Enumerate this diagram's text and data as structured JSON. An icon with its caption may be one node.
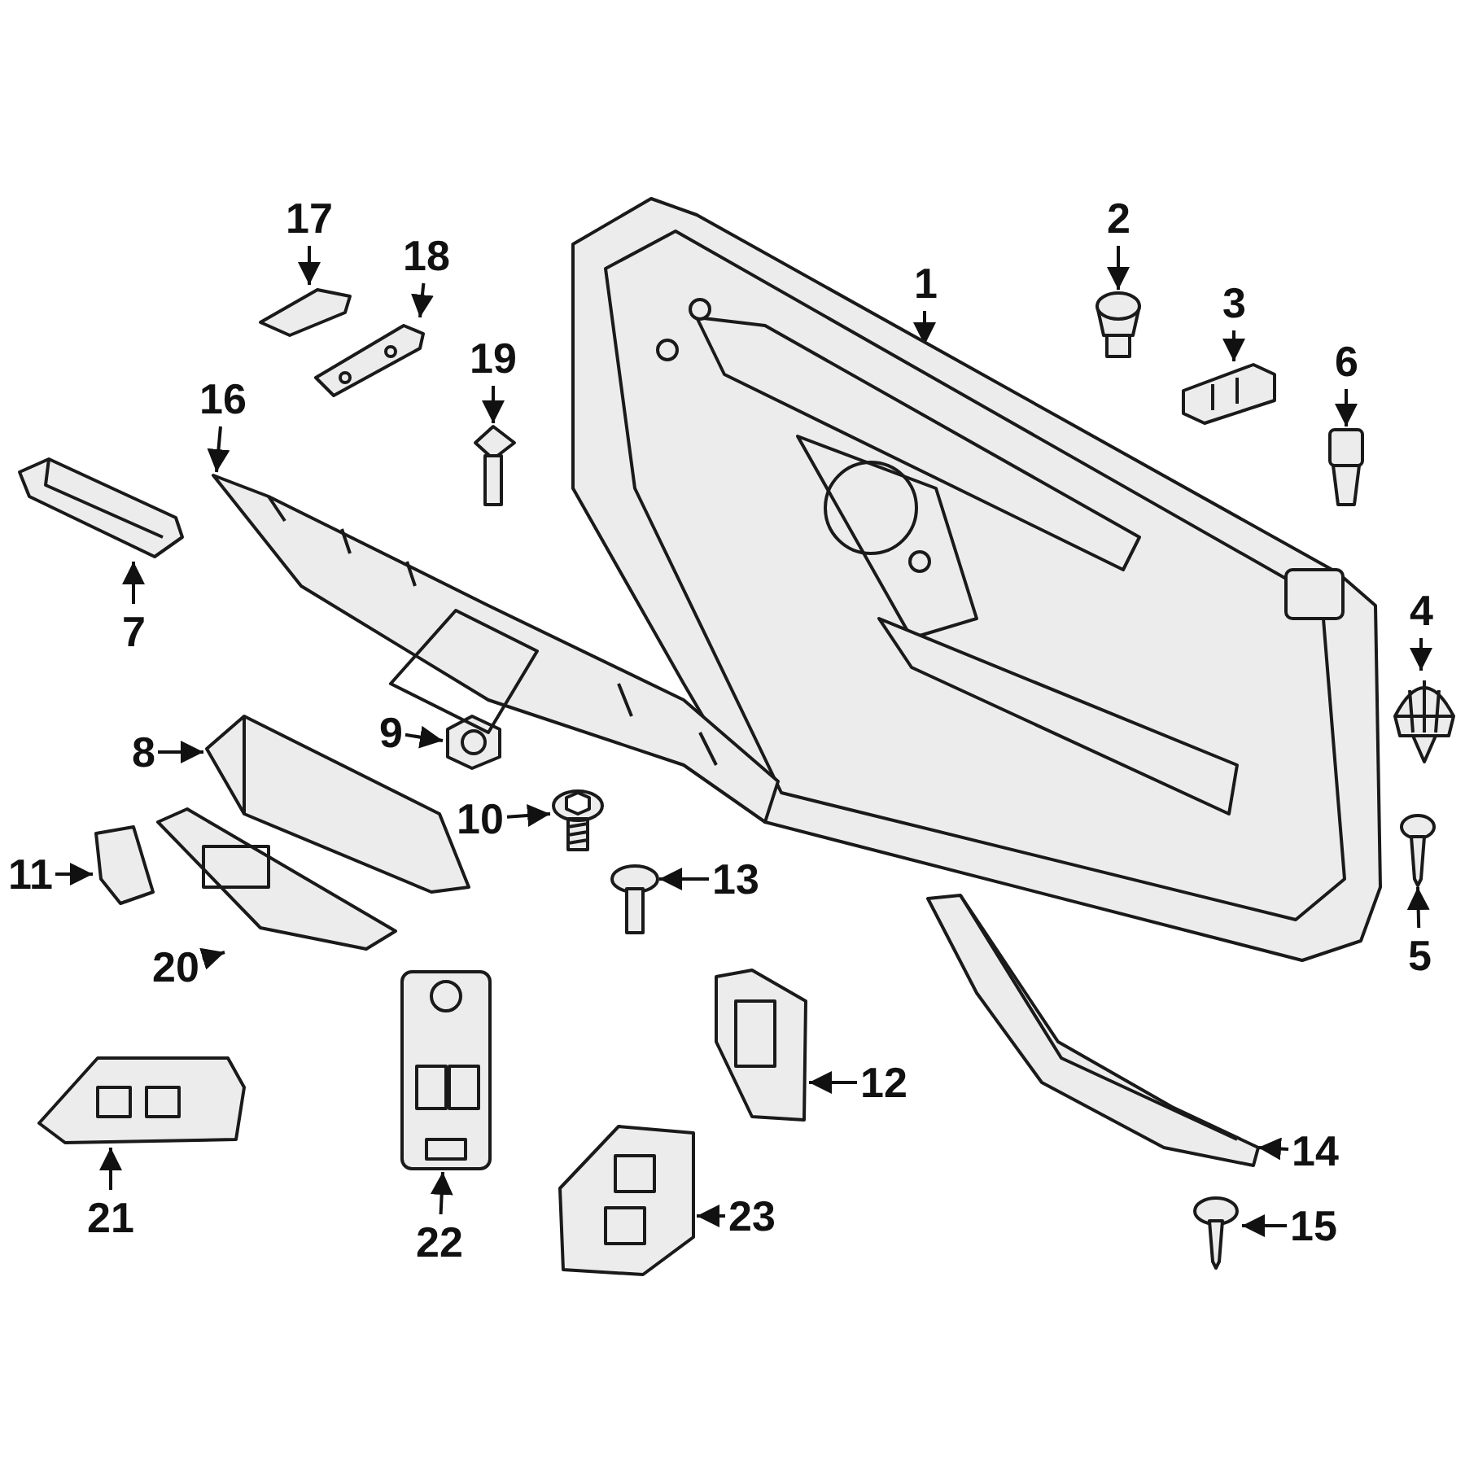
{
  "diagram": {
    "nodes": [
      {
        "text": [
          "1"
        ]
      },
      {
        "text": [
          "2"
        ]
      },
      {
        "text": [
          "3"
        ]
      },
      {
        "text": [
          "4"
        ]
      },
      {
        "text": [
          "5"
        ]
      },
      {
        "text": [
          "6"
        ]
      },
      {
        "text": [
          "7"
        ]
      },
      {
        "text": [
          "8"
        ]
      },
      {
        "text": [
          "9"
        ]
      },
      {
        "text": [
          "10"
        ]
      },
      {
        "text": [
          "11"
        ]
      },
      {
        "text": [
          "12"
        ]
      },
      {
        "text": [
          "13"
        ]
      },
      {
        "text": [
          "14"
        ]
      },
      {
        "text": [
          "15"
        ]
      },
      {
        "text": [
          "16"
        ]
      },
      {
        "text": [
          "17"
        ]
      },
      {
        "text": [
          "18"
        ]
      },
      {
        "text": [
          "19"
        ]
      },
      {
        "text": [
          "20"
        ]
      },
      {
        "text": [
          "21"
        ]
      },
      {
        "text": [
          "22"
        ]
      },
      {
        "text": [
          "23"
        ]
      },
      {
        "text": [],
        "shape": "picture"
      },
      {
        "text": [],
        "shape": "picture"
      },
      {
        "text": [],
        "shape": "picture"
      },
      {
        "text": [],
        "shape": "picture"
      },
      {
        "text": [],
        "shape": "picture"
      },
      {
        "text": [],
        "shape": "picture"
      },
      {
        "text": [],
        "shape": "picture"
      },
      {
        "text": [],
        "shape": "picture"
      },
      {
        "text": [],
        "shape": "picture"
      },
      {
        "text": [],
        "shape": "picture"
      },
      {
        "text": [],
        "shape": "picture"
      },
      {
        "text": [],
        "shape": "picture"
      },
      {
        "text": [],
        "shape": "picture"
      },
      {
        "text": [],
        "shape": "picture"
      },
      {
        "text": [],
        "shape": "picture"
      },
      {
        "text": [],
        "shape": "picture"
      },
      {
        "text": [],
        "shape": "picture"
      },
      {
        "text": [],
        "shape": "picture"
      },
      {
        "text": [],
        "shape": "picture"
      },
      {
        "text": [],
        "shape": "picture"
      },
      {
        "text": [],
        "shape": "picture"
      },
      {
        "text": [],
        "shape": "picture"
      },
      {
        "text": [],
        "shape": "picture"
      }
    ],
    "edges": [
      {
        "from": 0,
        "to": 23,
        "arrow": "to"
      },
      {
        "from": 1,
        "to": 24,
        "arrow": "to"
      },
      {
        "from": 2,
        "to": 25,
        "arrow": "to"
      },
      {
        "from": 3,
        "to": 26,
        "arrow": "to"
      },
      {
        "from": 4,
        "to": 27,
        "arrow": "to"
      },
      {
        "from": 5,
        "to": 28,
        "arrow": "to"
      },
      {
        "from": 6,
        "to": 29,
        "arrow": "to"
      },
      {
        "from": 7,
        "to": 30,
        "arrow": "to"
      },
      {
        "from": 8,
        "to": 31,
        "arrow": "to"
      },
      {
        "from": 9,
        "to": 32,
        "arrow": "to"
      },
      {
        "from": 10,
        "to": 33,
        "arrow": "to"
      },
      {
        "from": 11,
        "to": 34,
        "arrow": "to"
      },
      {
        "from": 12,
        "to": 35,
        "arrow": "to"
      },
      {
        "from": 13,
        "to": 36,
        "arrow": "to"
      },
      {
        "from": 14,
        "to": 37,
        "arrow": "to"
      },
      {
        "from": 15,
        "to": 38,
        "arrow": "to"
      },
      {
        "from": 16,
        "to": 39,
        "arrow": "to"
      },
      {
        "from": 17,
        "to": 40,
        "arrow": "to"
      },
      {
        "from": 18,
        "to": 41,
        "arrow": "to"
      },
      {
        "from": 19,
        "to": 42,
        "arrow": "to"
      },
      {
        "from": 20,
        "to": 43,
        "arrow": "to"
      },
      {
        "from": 21,
        "to": 44,
        "arrow": "to"
      },
      {
        "from": 22,
        "to": 45,
        "arrow": "to"
      }
    ]
  }
}
